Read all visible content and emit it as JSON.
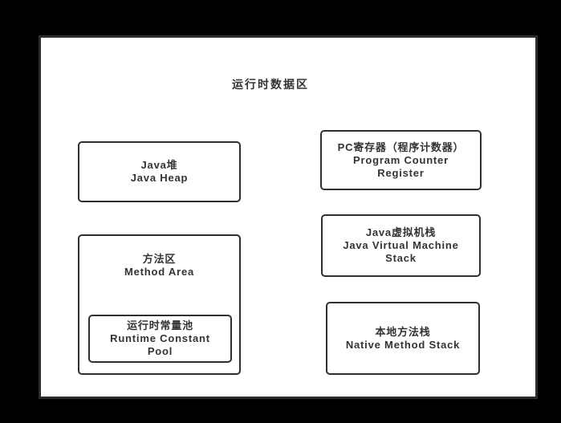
{
  "title": "运行时数据区",
  "boxes": {
    "java_heap": {
      "zh": "Java堆",
      "en": "Java Heap"
    },
    "method_area": {
      "zh": "方法区",
      "en": "Method Area"
    },
    "runtime_constant_pool": {
      "zh": "运行时常量池",
      "en": "Runtime Constant Pool"
    },
    "pc_register": {
      "zh": "PC寄存器（程序计数器）",
      "en": "Program Counter Register"
    },
    "jvm_stack": {
      "zh": "Java虚拟机栈",
      "en": "Java Virtual Machine Stack"
    },
    "native_method_stack": {
      "zh": "本地方法栈",
      "en": "Native Method Stack"
    }
  },
  "colors": {
    "page_background": "#000000",
    "canvas_background": "#ffffff",
    "border": "#2f2f2f",
    "text": "#333333"
  }
}
